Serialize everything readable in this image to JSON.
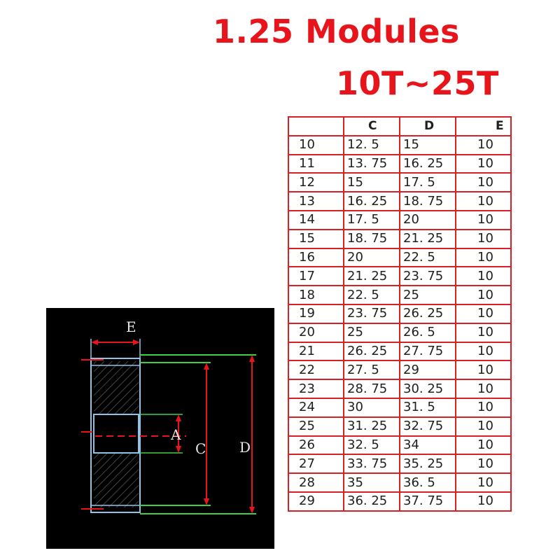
{
  "title": {
    "line1": "1.25 Modules",
    "line2": "10T~25T"
  },
  "table": {
    "headers": [
      "",
      "C",
      "D",
      "E"
    ],
    "rows": [
      [
        "10",
        "12. 5",
        "15",
        "10"
      ],
      [
        "11",
        "13. 75",
        "16. 25",
        "10"
      ],
      [
        "12",
        "15",
        "17. 5",
        "10"
      ],
      [
        "13",
        "16. 25",
        "18. 75",
        "10"
      ],
      [
        "14",
        "17. 5",
        "20",
        "10"
      ],
      [
        "15",
        "18. 75",
        "21. 25",
        "10"
      ],
      [
        "16",
        "20",
        "22. 5",
        "10"
      ],
      [
        "17",
        "21. 25",
        "23. 75",
        "10"
      ],
      [
        "18",
        "22. 5",
        "25",
        "10"
      ],
      [
        "19",
        "23. 75",
        "26. 25",
        "10"
      ],
      [
        "20",
        "25",
        "26. 5",
        "10"
      ],
      [
        "21",
        "26. 25",
        "27. 75",
        "10"
      ],
      [
        "22",
        "27. 5",
        "29",
        "10"
      ],
      [
        "23",
        "28. 75",
        "30. 25",
        "10"
      ],
      [
        "24",
        "30",
        "31. 5",
        "10"
      ],
      [
        "25",
        "31. 25",
        "32. 75",
        "10"
      ],
      [
        "26",
        "32. 5",
        "34",
        "10"
      ],
      [
        "27",
        "33. 75",
        "35. 25",
        "10"
      ],
      [
        "28",
        "35",
        "36. 5",
        "10"
      ],
      [
        "29",
        "36. 25",
        "37. 75",
        "10"
      ]
    ]
  },
  "diagram": {
    "labels": {
      "e": "E",
      "a": "A",
      "c": "C",
      "d": "D"
    },
    "colors": {
      "background": "#000000",
      "outline": "#8fc3e6",
      "dimension": "#3ed13e",
      "arrow": "#e8141b",
      "label": "#e6e6e6"
    }
  },
  "colors": {
    "title": "#e8141b",
    "table_border": "#d82127"
  }
}
